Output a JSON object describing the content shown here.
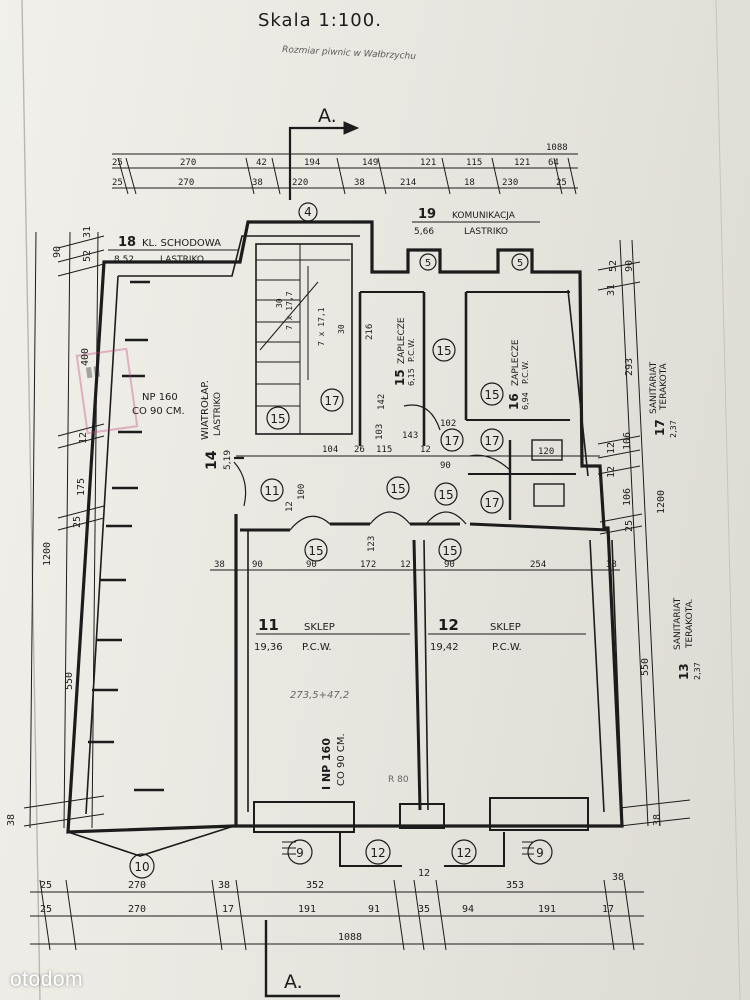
{
  "header": {
    "scale": "Skala 1:100.",
    "handwritten_note": "Rozmiar piwnic w Wałbrzychu"
  },
  "section_marker": {
    "label": "A."
  },
  "dims_top_row1": [
    "25",
    "270",
    "42",
    "194",
    "149",
    "121",
    "115",
    "121",
    "64"
  ],
  "dims_top_row2": [
    "25",
    "270",
    "38",
    "220",
    "38",
    "214",
    "18",
    "230",
    "25"
  ],
  "dims_top_total": "1088",
  "dims_bottom_row1": [
    "25",
    "270",
    "38",
    "352",
    "12",
    "353",
    "38"
  ],
  "dims_bottom_row2": [
    "25",
    "270",
    "17",
    "191",
    "91",
    "35",
    "94",
    "191",
    "17"
  ],
  "dims_bottom_total": "1088",
  "dims_left": [
    "90",
    "52",
    "31",
    "400",
    "12",
    "175",
    "25",
    "1200",
    "550",
    "38"
  ],
  "dims_right": [
    "52",
    "90",
    "31",
    "293",
    "12",
    "106",
    "12",
    "106",
    "1200",
    "25",
    "550",
    "38"
  ],
  "dims_inner": [
    "90",
    "90",
    "172",
    "12",
    "90",
    "254",
    "38",
    "38",
    "104",
    "26",
    "115",
    "12",
    "90",
    "120",
    "100",
    "12",
    "123",
    "142",
    "216",
    "103",
    "143",
    "102"
  ],
  "rooms": [
    {
      "num": "18",
      "name": "KL. SCHODOWA",
      "area": "8,52",
      "floor": "LASTRIKO"
    },
    {
      "num": "19",
      "name": "KOMUNIKACJA",
      "area": "5,66",
      "floor": "LASTRIKO"
    },
    {
      "num": "14",
      "name": "WIATROŁAP.",
      "area": "5,19",
      "floor": "LASTRIKO"
    },
    {
      "num": "15",
      "name": "ZAPLECZE",
      "area": "6,15",
      "floor": "P.C.W."
    },
    {
      "num": "16",
      "name": "ZAPLECZE",
      "area": "6,94",
      "floor": "P.C.W."
    },
    {
      "num": "17",
      "name": "SANITARIAT",
      "area": "2,37",
      "floor": "TERAKOTA"
    },
    {
      "num": "11",
      "name": "SKLEP",
      "area": "19,36",
      "floor": "P.C.W."
    },
    {
      "num": "12",
      "name": "SKLEP",
      "area": "19,42",
      "floor": "P.C.W."
    },
    {
      "num": "13",
      "name": "SANITARIAT",
      "area": "2,37",
      "floor": "TERAKOTA."
    }
  ],
  "annotations": {
    "np_left_1": "NP 160",
    "np_left_2": "CO 90 CM.",
    "np_center_1": "I NP 160",
    "np_center_2": "CO 90 CM.",
    "stair_1": "7 x 17,1",
    "stair_2": "30",
    "stair_3": "7 x 17,7",
    "stair_4": "30",
    "pencil_1": "273,5+47,2",
    "pencil_2": "R 80"
  },
  "symbols": [
    "4",
    "5",
    "5",
    "17",
    "15",
    "15",
    "15",
    "15",
    "17",
    "17",
    "17",
    "11",
    "15",
    "15",
    "15",
    "10",
    "9",
    "12",
    "12",
    "9"
  ],
  "watermark": {
    "text": "otodom"
  }
}
